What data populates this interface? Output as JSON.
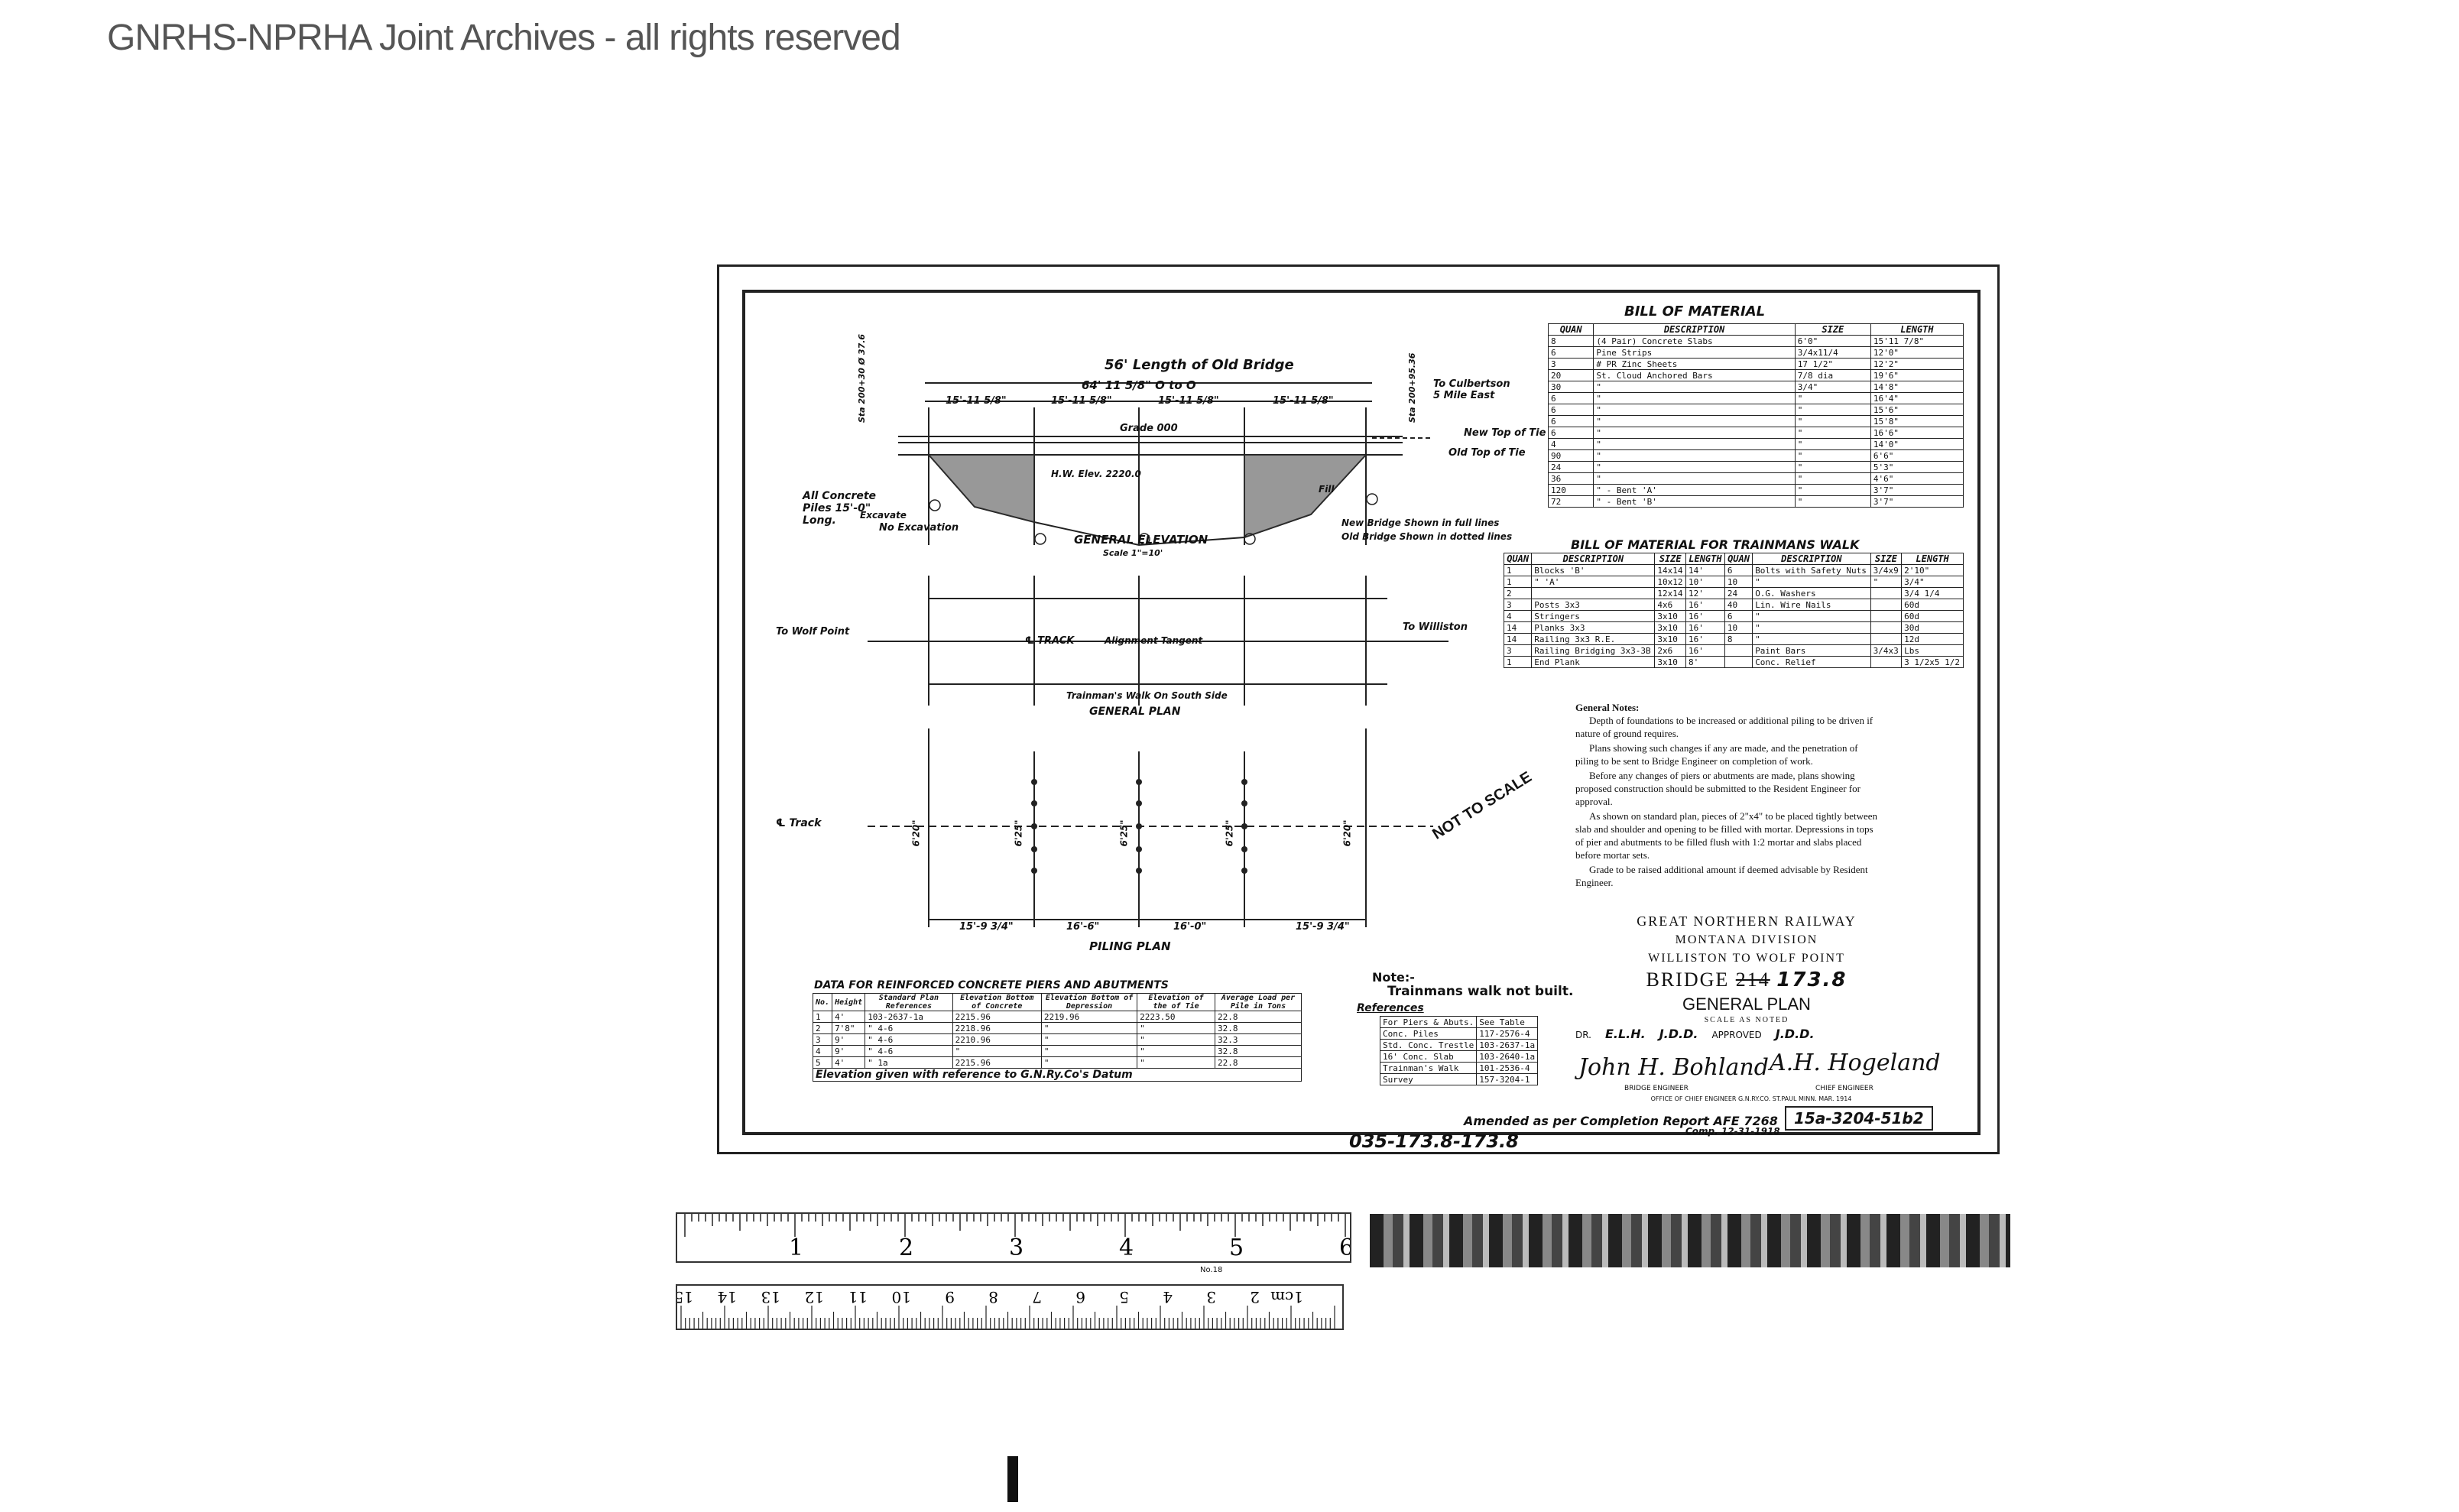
{
  "watermark": "GNRHS-NPRHA Joint Archives - all rights reserved",
  "drawing": {
    "elevation": {
      "length_old_bridge": "56' Length of Old Bridge",
      "span_total": "64' 11 5/8\" O to O",
      "spans": [
        "15'-11 5/8\"",
        "15'-11 5/8\"",
        "15'-11 5/8\"",
        "15'-11 5/8\""
      ],
      "station_left": "Sta 200+30 Ø 37.6",
      "station_right": "Sta 200+95.36",
      "to_culbertson": "To Culbertson 5 Mile East",
      "new_top_tie": "New Top of Tie",
      "old_top_tie": "Old Top of Tie",
      "grade": "Grade 000",
      "hw_elev": "H.W. Elev. 2220.0",
      "all_concrete_piles": "All Concrete Piles 15'-0\" Long.",
      "excavate": "Excavate",
      "no_excavation": "No Excavation",
      "fill": "Fill",
      "title": "GENERAL ELEVATION",
      "scale": "Scale 1\"=10'",
      "legend_full": "New Bridge Shown in full lines",
      "legend_dotted": "Old Bridge Shown in dotted lines"
    },
    "plan": {
      "to_wolf_point": "To Wolf Point",
      "track": "℄ TRACK",
      "alignment": "Alignment Tangent",
      "to_williston": "To Williston",
      "walk_note": "Trainman's Walk On South Side",
      "title": "GENERAL PLAN"
    },
    "piling": {
      "track": "℄ Track",
      "dims_vertical": [
        "6'20\"",
        "6'25\"",
        "6'25\"",
        "6'25\"",
        "6'20\""
      ],
      "dims_horizontal": [
        "15'-9 3/4\"",
        "16'-6\"",
        "16'-0\"",
        "15'-9 3/4\""
      ],
      "title": "PILING PLAN",
      "not_to_scale": "NOT TO SCALE"
    }
  },
  "bill_of_material": {
    "title": "BILL OF MATERIAL",
    "headers": [
      "QUAN",
      "DESCRIPTION",
      "SIZE",
      "LENGTH"
    ],
    "rows": [
      [
        "8",
        "(4 Pair) Concrete Slabs",
        "6'0\"",
        "15'11 7/8\""
      ],
      [
        "6",
        "Pine Strips",
        "3/4x11/4",
        "12'0\""
      ],
      [
        "3",
        "# PR Zinc Sheets",
        "17 1/2\"",
        "12'2\""
      ],
      [
        "20",
        "St. Cloud Anchored Bars",
        "7/8 dia",
        "19'6\""
      ],
      [
        "30",
        "\"",
        "3/4\"",
        "14'8\""
      ],
      [
        "6",
        "\"",
        "\"",
        "16'4\""
      ],
      [
        "6",
        "\"",
        "\"",
        "15'6\""
      ],
      [
        "6",
        "\"",
        "\"",
        "15'8\""
      ],
      [
        "6",
        "\"",
        "\"",
        "16'6\""
      ],
      [
        "4",
        "\"",
        "\"",
        "14'0\""
      ],
      [
        "90",
        "\"",
        "\"",
        "6'6\""
      ],
      [
        "24",
        "\"",
        "\"",
        "5'3\""
      ],
      [
        "36",
        "\"",
        "\"",
        "4'6\""
      ],
      [
        "120",
        "\" - Bent 'A'",
        "\"",
        "3'7\""
      ],
      [
        "72",
        "\" - Bent 'B'",
        "\"",
        "3'7\""
      ]
    ]
  },
  "bill_trainmans_walk": {
    "title": "BILL OF MATERIAL FOR TRAINMANS WALK",
    "headers": [
      "QUAN",
      "DESCRIPTION",
      "SIZE",
      "LENGTH",
      "QUAN",
      "DESCRIPTION",
      "SIZE",
      "LENGTH"
    ],
    "rows": [
      [
        "1",
        "Blocks 'B'",
        "14x14",
        "14'",
        "6",
        "Bolts with Safety Nuts",
        "3/4x9",
        "2'10\""
      ],
      [
        "1",
        "\" 'A'",
        "10x12",
        "10'",
        "10",
        "\"",
        "\"",
        "3/4\""
      ],
      [
        "2",
        "",
        "12x14",
        "12'",
        "24",
        "O.G. Washers",
        "",
        "3/4 1/4"
      ],
      [
        "3",
        "Posts 3x3",
        "4x6",
        "16'",
        "40",
        "Lin. Wire Nails",
        "",
        "60d"
      ],
      [
        "4",
        "Stringers",
        "3x10",
        "16'",
        "6",
        "\"",
        "",
        "60d"
      ],
      [
        "14",
        "Planks 3x3",
        "3x10",
        "16'",
        "10",
        "\"",
        "",
        "30d"
      ],
      [
        "14",
        "Railing 3x3 R.E.",
        "3x10",
        "16'",
        "8",
        "\"",
        "",
        "12d"
      ],
      [
        "3",
        "Railing Bridging 3x3-3B",
        "2x6",
        "16'",
        "",
        "Paint Bars",
        "3/4x3",
        "Lbs"
      ],
      [
        "1",
        "End Plank",
        "3x10",
        "8'",
        "",
        "Conc. Relief",
        "",
        "3 1/2x5 1/2"
      ]
    ]
  },
  "general_notes": {
    "title": "General Notes:",
    "paragraphs": [
      "Depth of foundations to be increased or additional piling to be driven if nature of ground requires.",
      "Plans showing such changes if any are made, and the penetration of piling to be sent to Bridge Engineer on completion of work.",
      "Before any changes of piers or abutments are made, plans showing proposed construction should be submitted to the Resident Engineer for approval.",
      "As shown on standard plan, pieces of 2\"x4\" to be placed tightly between slab and shoulder and opening to be filled with mortar. Depressions in tops of pier and abutments to be filled flush with 1:2 mortar and slabs placed before mortar sets.",
      "Grade to be raised additional amount if deemed advisable by Resident Engineer."
    ]
  },
  "title_block": {
    "railway": "GREAT NORTHERN RAILWAY",
    "division": "MONTANA DIVISION",
    "line": "WILLISTON TO WOLF POINT",
    "bridge": "BRIDGE",
    "bridge_struck": "214",
    "bridge_num": "173.8",
    "plan": "GENERAL PLAN",
    "scale": "SCALE AS NOTED",
    "drawn_label": "DR.",
    "drawn": "E.L.H.",
    "traced": "J.D.D.",
    "checked": "J.D.D.",
    "approved_label": "APPROVED",
    "bridge_engineer": "BRIDGE ENGINEER",
    "chief_engineer": "CHIEF ENGINEER",
    "office": "OFFICE OF CHIEF ENGINEER G.N.RY.CO. ST.PAUL MINN. MAR. 1914",
    "signature_left": "John H. Bohland",
    "signature_right": "A.H. Hogeland",
    "drawing_number": "15a-3204-51b2",
    "amended": "Amended as per Completion Report AFE 7268",
    "comp": "Comp. 12-31-1918",
    "index": "035-173.8-173.8"
  },
  "note": {
    "label": "Note:-",
    "text": "Trainmans walk not built."
  },
  "references": {
    "title": "References",
    "rows": [
      [
        "For Piers & Abuts.",
        "See Table"
      ],
      [
        "Conc. Piles",
        "117-2576-4"
      ],
      [
        "Std. Conc. Trestle",
        "103-2637-1a"
      ],
      [
        "16' Conc. Slab",
        "103-2640-1a"
      ],
      [
        "Trainman's Walk",
        "101-2536-4"
      ],
      [
        "Survey",
        "157-3204-1"
      ]
    ]
  },
  "piers_table": {
    "title": "DATA FOR REINFORCED CONCRETE PIERS AND ABUTMENTS",
    "headers": [
      "No.",
      "Height",
      "Standard Plan References",
      "Elevation Bottom of Concrete",
      "Elevation Bottom of Depression",
      "Elevation of the of Tie",
      "Average Load per Pile in Tons"
    ],
    "rows": [
      [
        "1",
        "4'",
        "103-2637-1a",
        "2215.96",
        "2219.96",
        "2223.50",
        "22.8"
      ],
      [
        "2",
        "7'8\"",
        "\" 4-6",
        "2218.96",
        "\"",
        "\"",
        "32.8"
      ],
      [
        "3",
        "9'",
        "\" 4-6",
        "2210.96",
        "\"",
        "\"",
        "32.3"
      ],
      [
        "4",
        "9'",
        "\" 4-6",
        "\"",
        "\"",
        "\"",
        "32.8"
      ],
      [
        "5",
        "4'",
        "\" 1a",
        "2215.96",
        "\"",
        "\"",
        "22.8"
      ]
    ],
    "footer": "Elevation given with reference to G.N.Ry.Co's Datum"
  },
  "rulers": {
    "inch_labels": [
      "1",
      "2",
      "3",
      "4",
      "5",
      "6"
    ],
    "cm_labels": [
      "1cm",
      "2",
      "3",
      "4",
      "5",
      "6",
      "7",
      "8",
      "9",
      "10",
      "11",
      "12",
      "13",
      "14",
      "15"
    ],
    "maker": "No.18"
  }
}
